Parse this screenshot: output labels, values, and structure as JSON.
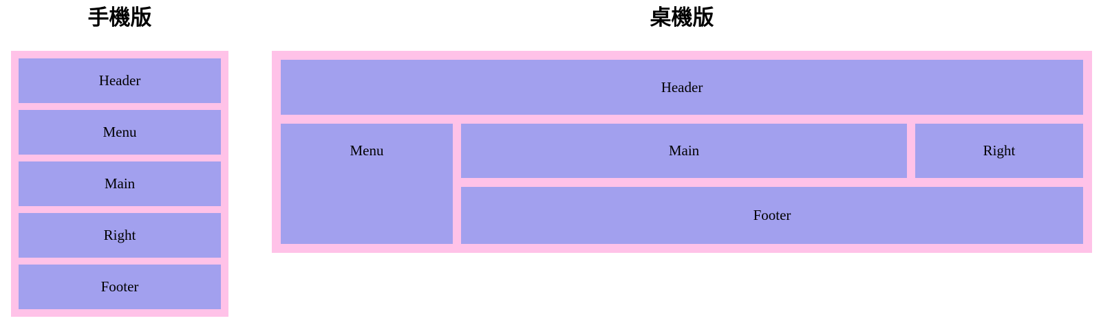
{
  "colors": {
    "page_background": "#ffffff",
    "container_pink": "#ffc2e8",
    "box_purple": "#a2a0ee",
    "text": "#000000"
  },
  "mobile_section": {
    "title": "手機版",
    "boxes": [
      {
        "label": "Header"
      },
      {
        "label": "Menu"
      },
      {
        "label": "Main"
      },
      {
        "label": "Right"
      },
      {
        "label": "Footer"
      }
    ]
  },
  "desktop_section": {
    "title": "桌機版",
    "header_label": "Header",
    "menu_label": "Menu",
    "main_label": "Main",
    "right_label": "Right",
    "footer_label": "Footer"
  }
}
